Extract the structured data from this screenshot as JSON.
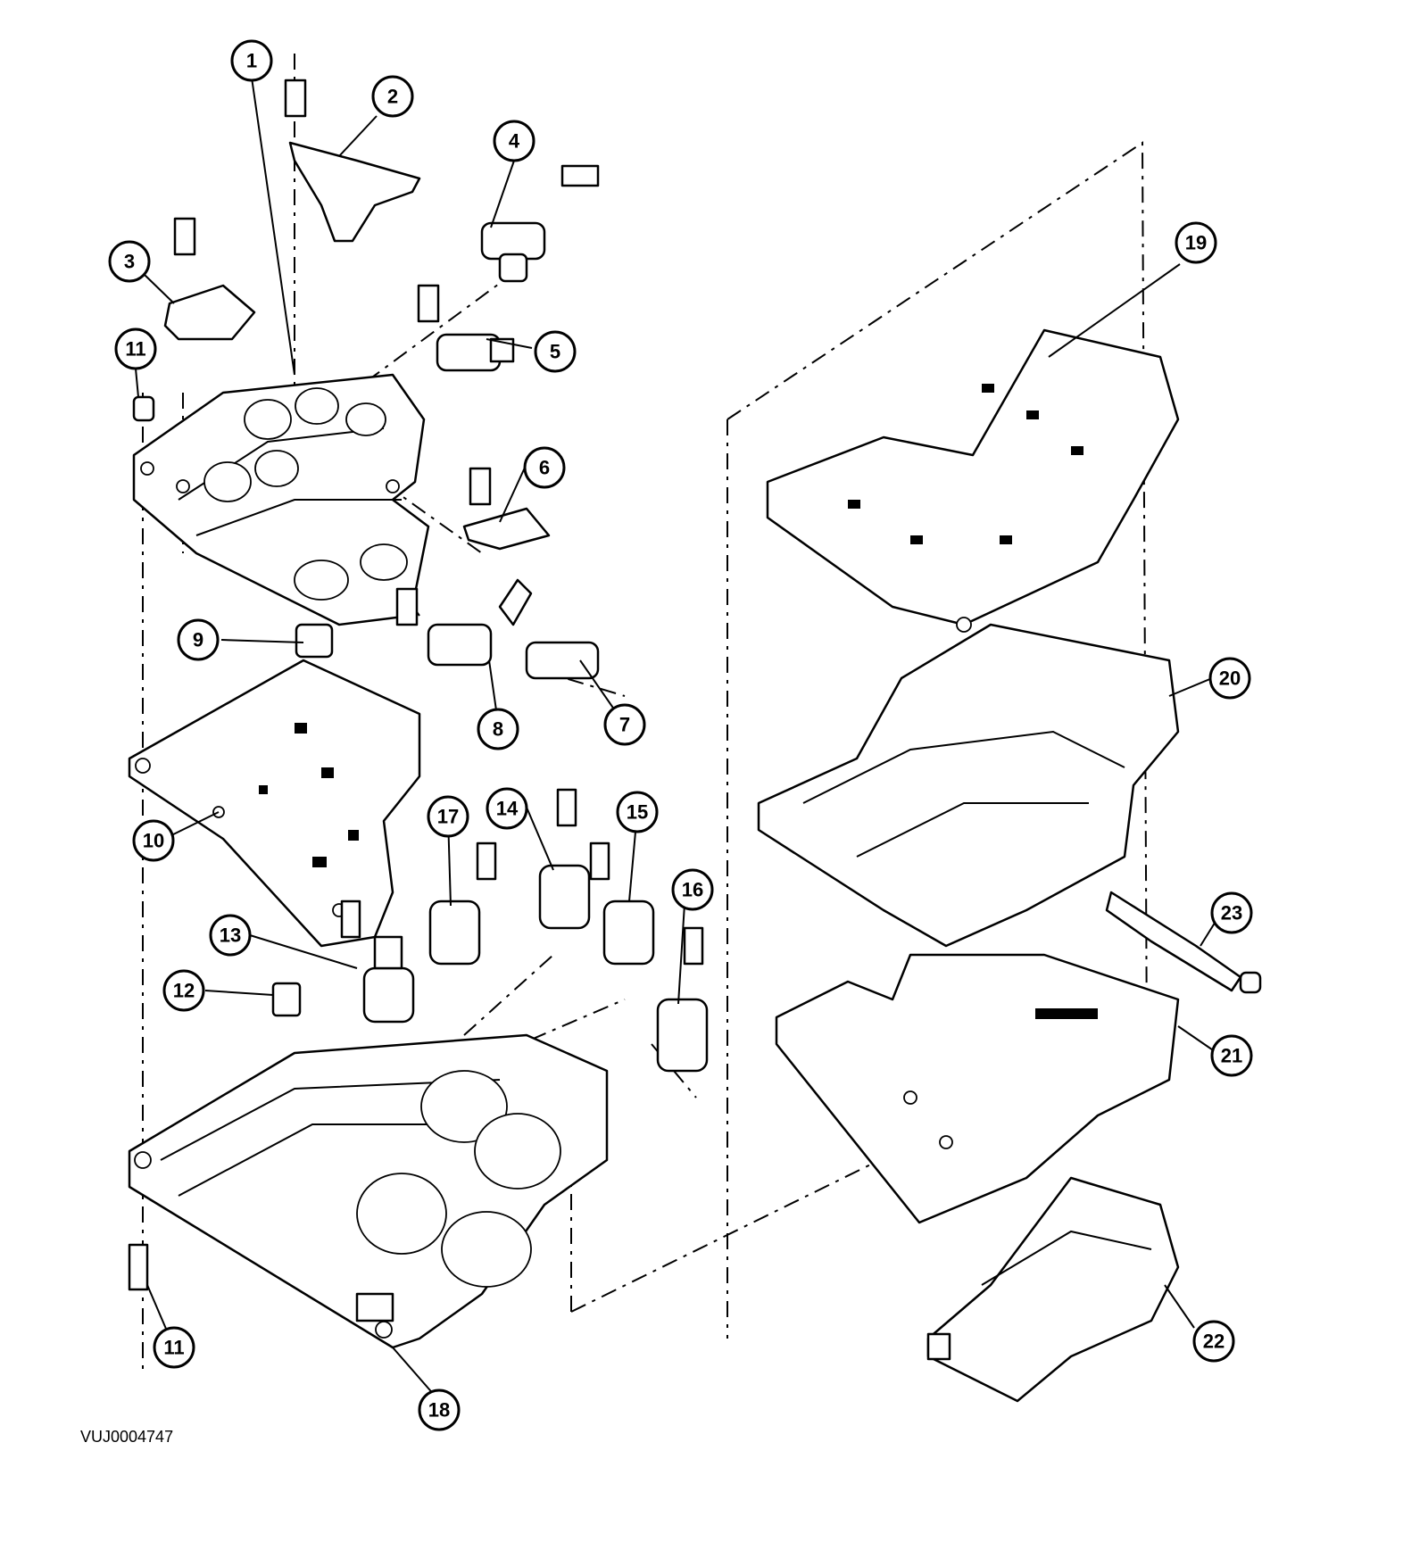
{
  "figure_code": "VUJ0004747",
  "callouts": [
    "1",
    "2",
    "3",
    "4",
    "5",
    "6",
    "7",
    "8",
    "9",
    "10",
    "11",
    "12",
    "13",
    "14",
    "15",
    "16",
    "17",
    "18",
    "19",
    "20",
    "21",
    "22",
    "23",
    "11"
  ]
}
